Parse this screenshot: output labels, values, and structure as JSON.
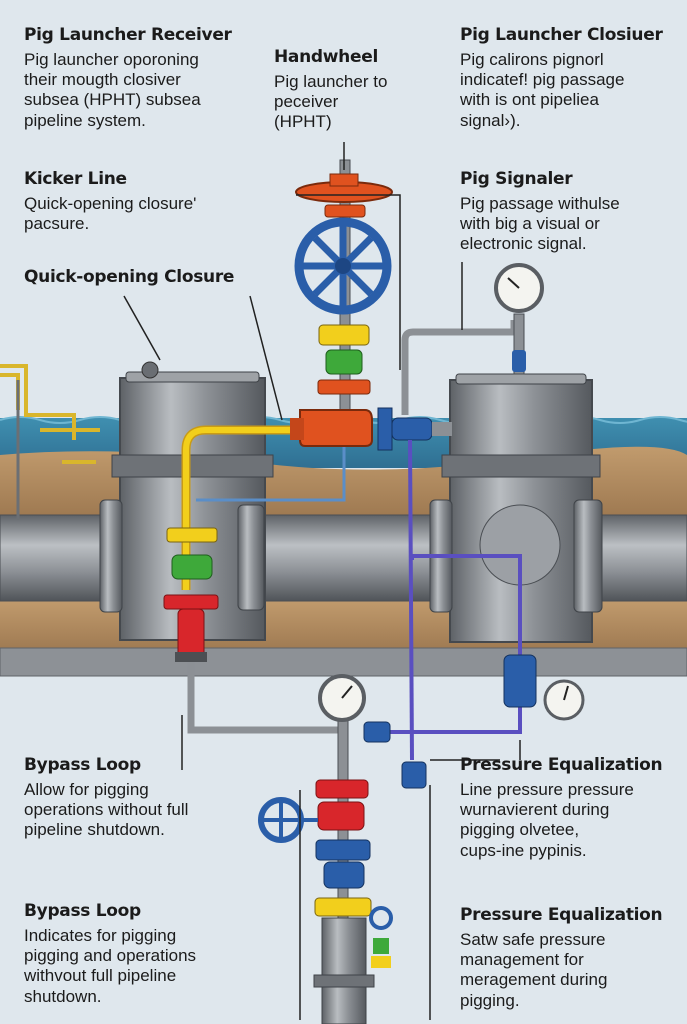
{
  "callouts": {
    "pig_launcher_receiver": {
      "title": "Pig Launcher Receiver",
      "lines": [
        "Pig launcher oporoning",
        "their mougth closiver",
        "subsea (HPHT) subsea",
        "pipeline system."
      ]
    },
    "handwheel": {
      "title": "Handwheel",
      "lines": [
        "Pig launcher to",
        "peceiver",
        "(HPHT)"
      ]
    },
    "pig_launcher_closure": {
      "title": "Pig Launcher Closiuer",
      "lines": [
        "Pig calirons pignorl",
        "indicatef! pig passage",
        "with is ont pipeliea",
        "signal›)."
      ]
    },
    "kicker_line": {
      "title": "Kicker Line",
      "lines": [
        "Quick-opening closure'",
        "pacsure."
      ]
    },
    "pig_signaler": {
      "title": "Pig Signaler",
      "lines": [
        "Pig passage withulse",
        "with big a visual or",
        "electronic signal."
      ]
    },
    "quick_opening_closure": {
      "title": "Quick-opening Closure",
      "lines": []
    },
    "bypass_loop_1": {
      "title": "Bypass Loop",
      "lines": [
        "Allow for pigging",
        "operations without full",
        "pipeline shutdown."
      ]
    },
    "pressure_equalization_1": {
      "title": "Pressure Equalization",
      "lines": [
        "Line pressure pressure",
        "wurnavierent during",
        "pigging olvetee,",
        "cups-ine pypinis."
      ]
    },
    "bypass_loop_2": {
      "title": "Bypass Loop",
      "lines": [
        "Indicates for pigging",
        "pigging and operations",
        "withvout full pipeline",
        "shutdown."
      ]
    },
    "pressure_equalization_2": {
      "title": "Pressure Equalization",
      "lines": [
        "Satw safe pressure",
        "management for",
        "meragement during",
        "pigging."
      ]
    }
  },
  "colors": {
    "sky": "#dfe7ed",
    "sea": "#3f8fb0",
    "seabed": "#b89468",
    "steel": "#8a8f94",
    "red": "#d8262b",
    "orange": "#e0521f",
    "yellow": "#f2cf1c",
    "green": "#3ea93a",
    "blue_valve": "#2a5ea9",
    "purple_line": "#5a4fc0",
    "gauge_face": "#f4f4f0"
  }
}
